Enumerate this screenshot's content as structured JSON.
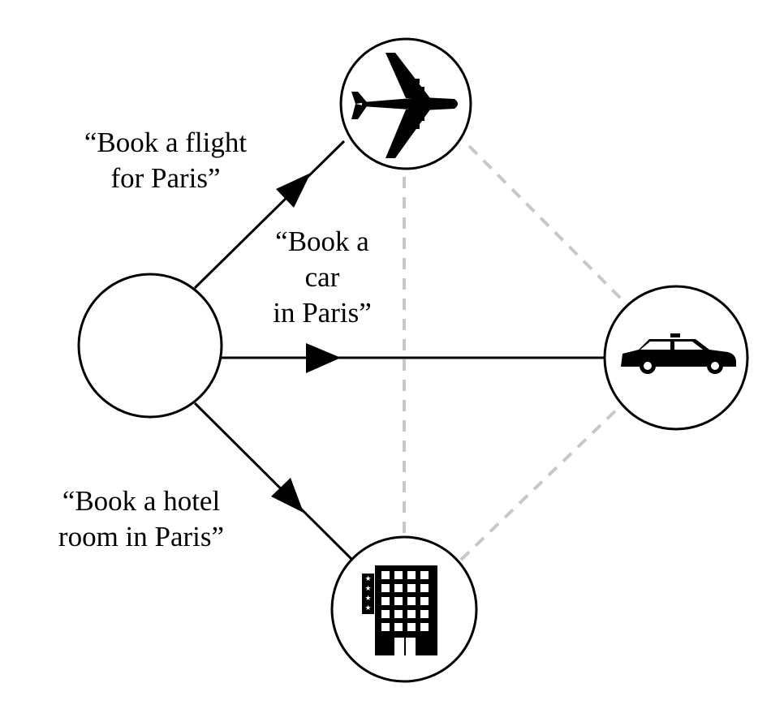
{
  "edges": [
    {
      "id": "flight",
      "label_lines": [
        "“Book a flight",
        "for Paris”"
      ]
    },
    {
      "id": "car",
      "label_lines": [
        "“Book a",
        "car",
        "in Paris”"
      ]
    },
    {
      "id": "hotel",
      "label_lines": [
        "“Book a hotel",
        "room in Paris”"
      ]
    }
  ],
  "nodes": {
    "origin": {
      "icon": ""
    },
    "flight": {
      "icon": "airplane-icon"
    },
    "car": {
      "icon": "taxi-icon"
    },
    "hotel": {
      "icon": "hotel-building-icon"
    }
  },
  "colors": {
    "stroke": "#000000",
    "dashed": "#c8c8c8",
    "background": "#ffffff"
  }
}
